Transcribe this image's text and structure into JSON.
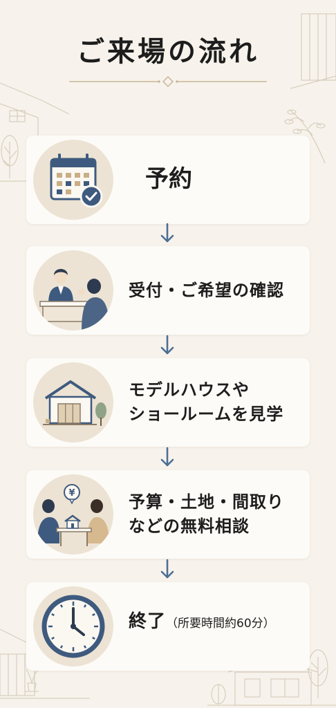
{
  "title": "ご来場の流れ",
  "steps": [
    {
      "icon": "calendar-check-icon",
      "lines": [
        "予約"
      ]
    },
    {
      "icon": "reception-consultation-icon",
      "lines": [
        "受付・ご希望の確認"
      ]
    },
    {
      "icon": "model-house-icon",
      "lines": [
        "モデルハウスや",
        "ショールームを見学"
      ]
    },
    {
      "icon": "consultation-yen-icon",
      "lines": [
        "予算・土地・間取り",
        "などの無料相談"
      ]
    },
    {
      "icon": "clock-icon",
      "lines": [
        "終了"
      ],
      "note": "（所要時間約60分）"
    }
  ],
  "colors": {
    "background": "#f7f3ec",
    "card": "#fdfbf7",
    "icon_circle": "#ece3d4",
    "navy": "#3e5a7e",
    "arrow": "#4d6d96",
    "ornament": "#c9b595"
  }
}
